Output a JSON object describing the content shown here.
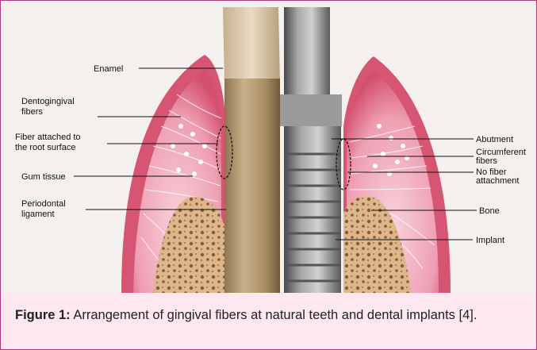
{
  "figure": {
    "labels_left": {
      "enamel": "Enamel",
      "dentogingival": [
        "Dentogingival",
        "fibers"
      ],
      "fiber_attached": [
        "Fiber attached to",
        "the root surface"
      ],
      "gum_tissue": "Gum tissue",
      "periodontal": [
        "Periodontal",
        "ligament"
      ]
    },
    "labels_right": {
      "abutment": "Abutment",
      "circumferential": [
        "Circumferential",
        "fibers"
      ],
      "no_fiber": [
        "No fiber",
        "attachment"
      ],
      "bone": "Bone",
      "implant": "Implant"
    }
  },
  "caption": {
    "label": "Figure 1:",
    "text": " Arrangement of gingival fibers at natural teeth and dental implants [4]."
  },
  "colors": {
    "gum": "#d95a78",
    "gum_light": "#f6c9d3",
    "bone": "#d9b48a",
    "tooth": "#b39a72",
    "implant": "#8a8a8a",
    "border": "#b0387c",
    "caption_bg": "#fde7f1"
  }
}
